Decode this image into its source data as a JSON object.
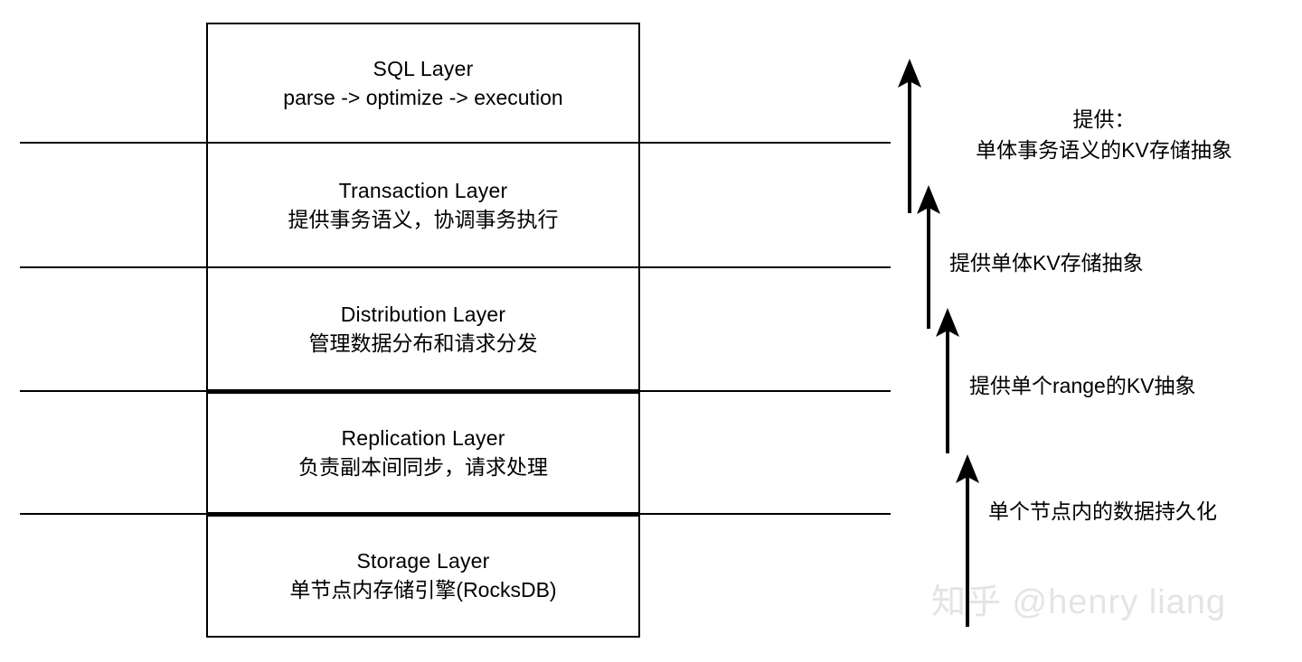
{
  "diagram": {
    "title": "Distributed SQL database layered architecture",
    "colors": {
      "line": "#000000",
      "background": "#ffffff",
      "watermark": "#e3e4e6"
    },
    "layers": [
      {
        "id": "sql-layer",
        "title": "SQL Layer",
        "desc": "parse -> optimize -> execution"
      },
      {
        "id": "transaction-layer",
        "title": "Transaction Layer",
        "desc": "提供事务语义，协调事务执行"
      },
      {
        "id": "distribution-layer",
        "title": "Distribution Layer",
        "desc": "管理数据分布和请求分发"
      },
      {
        "id": "replication-layer",
        "title": "Replication Layer",
        "desc": "负责副本间同步，请求处理"
      },
      {
        "id": "storage-layer",
        "title": "Storage Layer",
        "desc": "单节点内存储引擎(RocksDB)"
      }
    ],
    "annotations": [
      {
        "id": "annotation-transaction-kv",
        "line1": "提供：",
        "line2": "单体事务语义的KV存储抽象"
      },
      {
        "id": "annotation-single-kv",
        "line1": "提供单体KV存储抽象",
        "line2": ""
      },
      {
        "id": "annotation-range-kv",
        "line1": "提供单个range的KV抽象",
        "line2": ""
      },
      {
        "id": "annotation-node-durability",
        "line1": "单个节点内的数据持久化",
        "line2": ""
      }
    ],
    "arrows": [
      {
        "id": "arrow-1",
        "direction": "up"
      },
      {
        "id": "arrow-2",
        "direction": "up"
      },
      {
        "id": "arrow-3",
        "direction": "up"
      },
      {
        "id": "arrow-4",
        "direction": "up"
      }
    ],
    "watermark": "知乎 @henry liang"
  }
}
